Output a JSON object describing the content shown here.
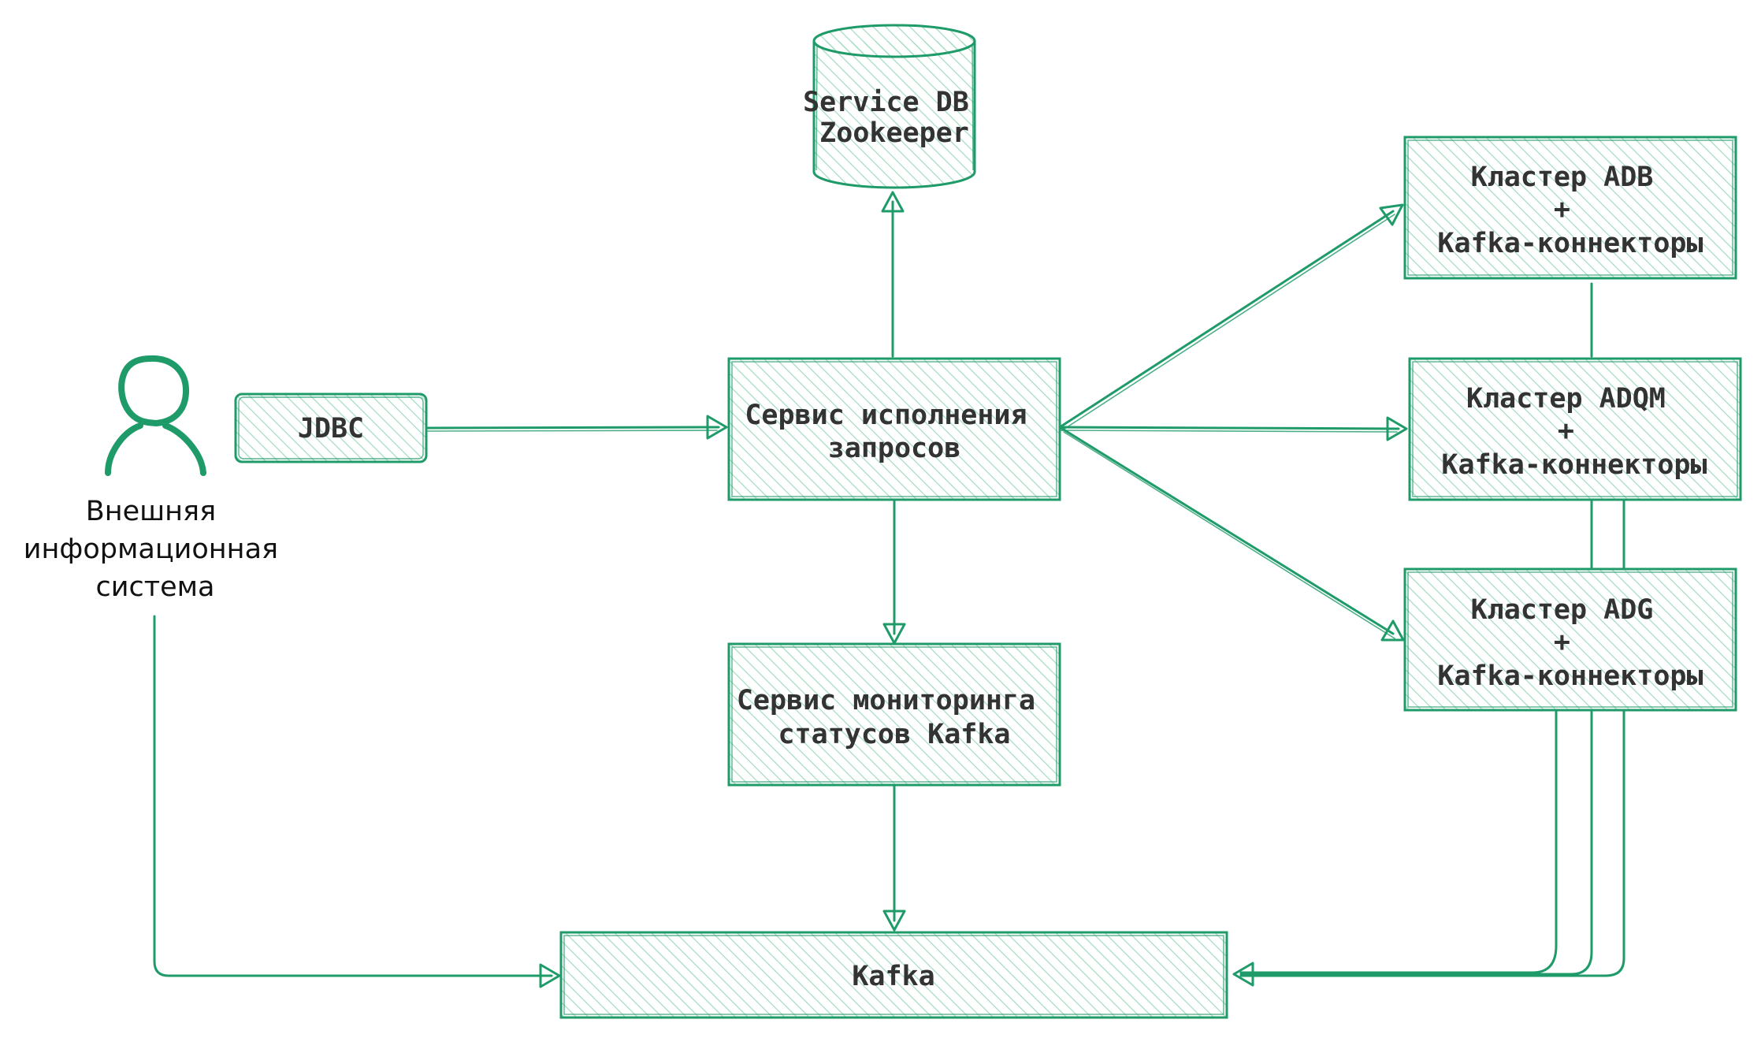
{
  "diagram": {
    "colors": {
      "stroke": "#1f9b6a",
      "fill_hatch": "#9fdcbf",
      "text": "#333333",
      "actor_text": "#111111",
      "background": "#ffffff"
    },
    "actor": {
      "icon": "person-icon",
      "label_lines": [
        "Внешняя",
        "информационная",
        "система"
      ]
    },
    "nodes": {
      "jdbc": {
        "label_lines": [
          "JDBC"
        ]
      },
      "query_service": {
        "label_lines": [
          "Сервис исполнения",
          "запросов"
        ]
      },
      "service_db": {
        "label_lines": [
          "Service DB",
          "Zookeeper"
        ]
      },
      "monitoring": {
        "label_lines": [
          "Сервис мониторинга",
          "статусов Kafka"
        ]
      },
      "kafka": {
        "label_lines": [
          "Kafka"
        ]
      },
      "adb": {
        "label_lines": [
          "Кластер ADB",
          "+",
          "Kafka-коннекторы"
        ]
      },
      "adqm": {
        "label_lines": [
          "Кластер ADQM",
          "+",
          "Kafka-коннекторы"
        ]
      },
      "adg": {
        "label_lines": [
          "Кластер ADG",
          "+",
          "Kafka-коннекторы"
        ]
      }
    },
    "edges": [
      {
        "from": "actor",
        "to": "kafka"
      },
      {
        "from": "jdbc",
        "to": "query_service"
      },
      {
        "from": "query_service",
        "to": "service_db"
      },
      {
        "from": "query_service",
        "to": "monitoring"
      },
      {
        "from": "monitoring",
        "to": "kafka"
      },
      {
        "from": "query_service",
        "to": "adb"
      },
      {
        "from": "query_service",
        "to": "adqm"
      },
      {
        "from": "query_service",
        "to": "adg"
      },
      {
        "from": "adb",
        "to": "kafka"
      },
      {
        "from": "adqm",
        "to": "kafka"
      },
      {
        "from": "adg",
        "to": "kafka"
      }
    ]
  }
}
